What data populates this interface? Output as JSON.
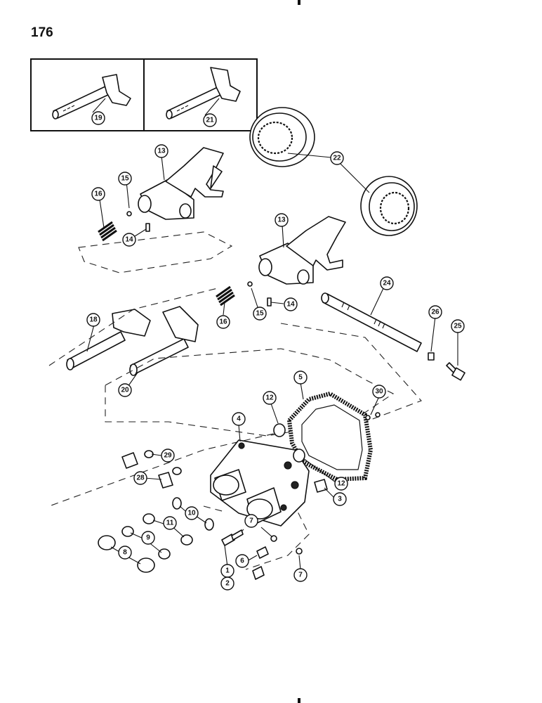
{
  "page": {
    "number": "176"
  },
  "callouts": [
    "1",
    "2",
    "3",
    "4",
    "5",
    "6",
    "7",
    "7",
    "8",
    "9",
    "10",
    "11",
    "12",
    "12",
    "13",
    "13",
    "14",
    "14",
    "15",
    "15",
    "16",
    "16",
    "18",
    "19",
    "20",
    "21",
    "22",
    "24",
    "25",
    "26",
    "28",
    "29",
    "30"
  ]
}
